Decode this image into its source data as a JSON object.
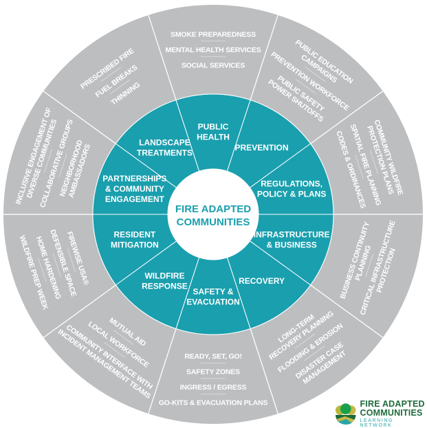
{
  "title": [
    "FIRE ADAPTED",
    "COMMUNITIES"
  ],
  "colors": {
    "ring": "#bdbec0",
    "teal": "#1a9fae",
    "divider": "#ffffff",
    "logo_green": "#1d6a3a"
  },
  "segments": [
    {
      "label": [
        "PUBLIC",
        "HEALTH"
      ],
      "items": [
        [
          "SMOKE PREPAREDNESS"
        ],
        [
          "MENTAL HEALTH SERVICES"
        ],
        [
          "SOCIAL SERVICES"
        ]
      ]
    },
    {
      "label": [
        "PREVENTION"
      ],
      "items": [
        [
          "PUBLIC EDUCATION",
          "CAMPAIGNS"
        ],
        [
          "PREVENTION WORKFORCE"
        ],
        [
          "PUBLIC SAFETY",
          "POWER SHUTOFFS"
        ]
      ]
    },
    {
      "label": [
        "REGULATIONS,",
        "POLICY & PLANS"
      ],
      "items": [
        [
          "COMMUNITY WILDFIRE",
          "PROTECTION PLANS"
        ],
        [
          "SPATIAL FIRE PLANNING"
        ],
        [
          "CODES & ORDINANCES"
        ]
      ]
    },
    {
      "label": [
        "INFRASTRUCTURE",
        "& BUSINESS"
      ],
      "items": [
        [
          "BUSINESS CONTINUITY",
          "PLANNING"
        ],
        [
          "CRITICAL INFRASTRUCTURE",
          "PROTECTION"
        ]
      ]
    },
    {
      "label": [
        "RECOVERY"
      ],
      "items": [
        [
          "LONG-TERM",
          "RECOVERY PLANNING"
        ],
        [
          "FLOODING & EROSION"
        ],
        [
          "DISASTER CASE",
          "MANAGEMENT"
        ]
      ]
    },
    {
      "label": [
        "SAFETY &",
        "EVACUATION"
      ],
      "items": [
        [
          "READY, SET, GO!"
        ],
        [
          "SAFETY ZONES"
        ],
        [
          "INGRESS / EGRESS"
        ],
        [
          "GO-KITS & EVACUATION PLANS"
        ]
      ]
    },
    {
      "label": [
        "WILDFIRE",
        "RESPONSE"
      ],
      "items": [
        [
          "MUTUAL AID"
        ],
        [
          "LOCAL WORKFORCE"
        ],
        [
          "COMMUNITY INTERFACE WITH",
          "INCIDENT MANAGEMENT TEAMS"
        ]
      ]
    },
    {
      "label": [
        "RESIDENT",
        "MITIGATION"
      ],
      "items": [
        [
          "FIREWISE USA®"
        ],
        [
          "DEFENSIBLE SPACE"
        ],
        [
          "HOME HARDENING"
        ],
        [
          "WILDFIRE PREP WEEK"
        ]
      ]
    },
    {
      "label": [
        "PARTNERSHIPS",
        "& COMMUNITY",
        "ENGAGEMENT"
      ],
      "items": [
        [
          "INCLUSIVE ENGAGEMENT OF",
          "DIVERSE COMMUNITIES"
        ],
        [
          "COLLABORATIVE GROUPS"
        ],
        [
          "NEIGHBORHOOD",
          "AMBASSADORS"
        ]
      ]
    },
    {
      "label": [
        "LANDSCAPE",
        "TREATMENTS"
      ],
      "items": [
        [
          "PRESCRIBED FIRE"
        ],
        [
          "FUEL BREAKS"
        ],
        [
          "THINNING"
        ]
      ]
    }
  ],
  "logo": {
    "line1": "FIRE ADAPTED",
    "line2": "COMMUNITIES",
    "line3": "LEARNING NETWORK"
  }
}
